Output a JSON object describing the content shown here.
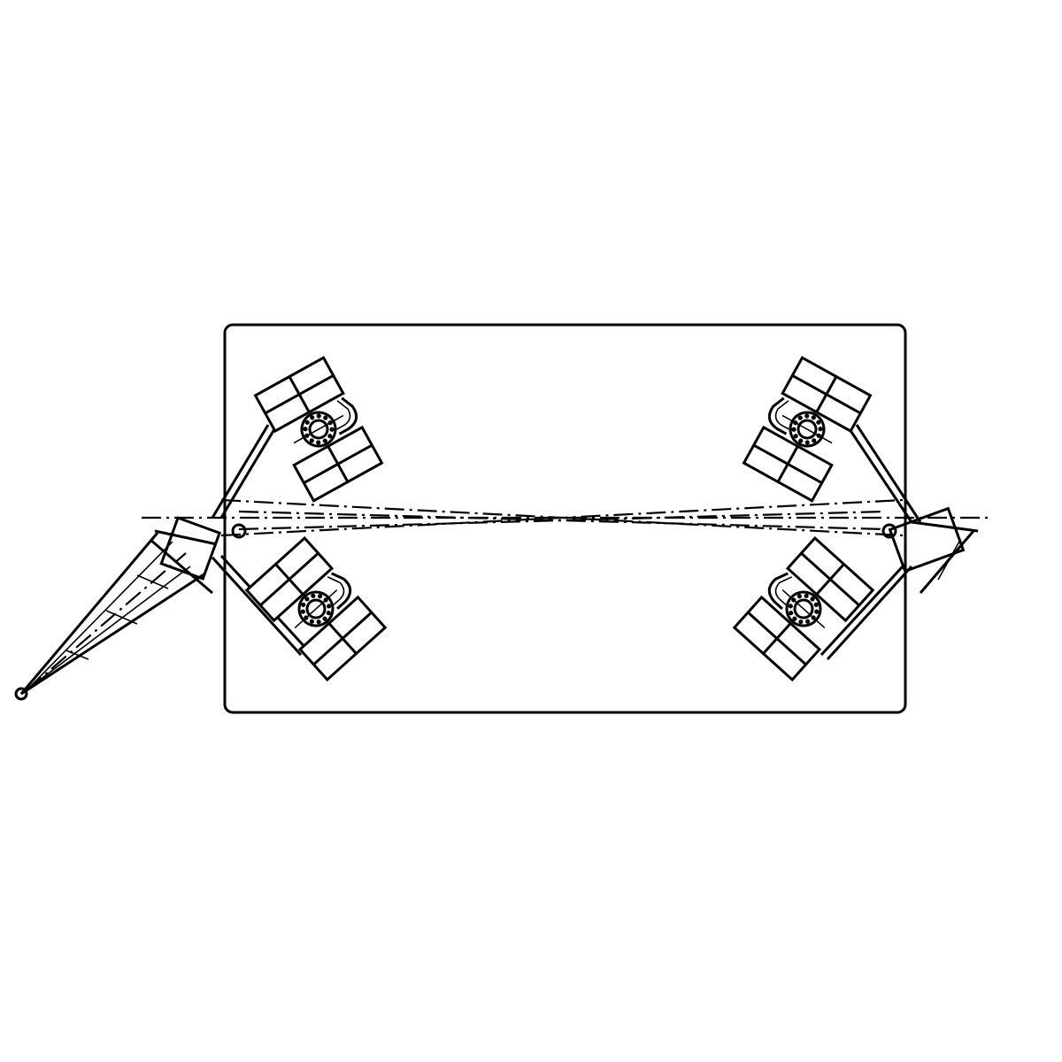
{
  "drawing": {
    "line_color": "#000000",
    "background": "#ffffff",
    "wheel_assemblies": [
      {
        "id": "front-left",
        "steer_angle_deg": -29
      },
      {
        "id": "rear-left",
        "steer_angle_deg": -42
      },
      {
        "id": "front-right",
        "steer_angle_deg": 29
      },
      {
        "id": "rear-right",
        "steer_angle_deg": 42
      }
    ]
  }
}
